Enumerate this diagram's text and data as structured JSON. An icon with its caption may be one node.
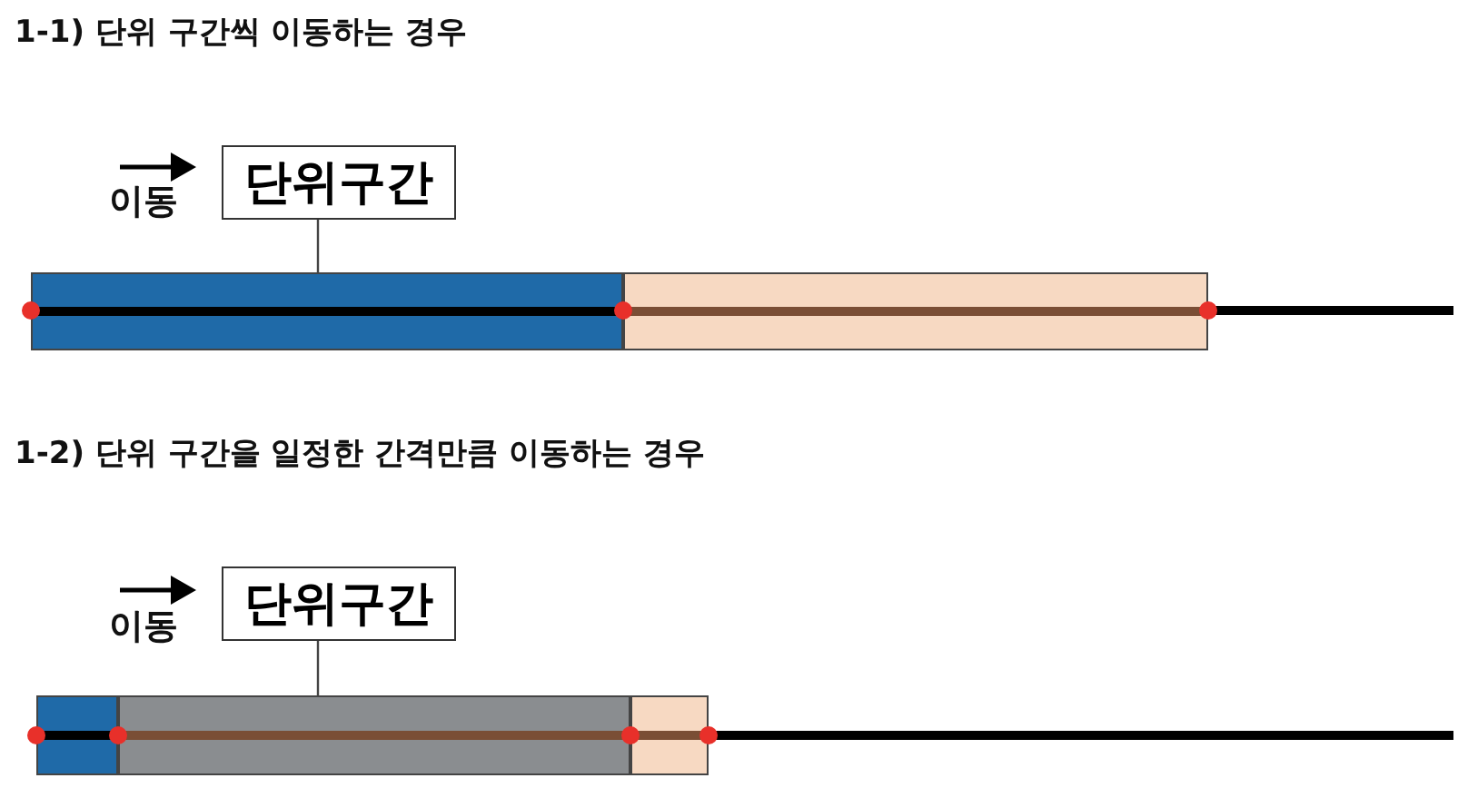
{
  "diagram": {
    "nodes": [
      {
        "text": [
          "단위구간"
        ]
      },
      {
        "text": [],
        "shape": "bar"
      },
      {
        "text": [],
        "shape": "bar"
      },
      {
        "text": [
          "단위구간"
        ]
      },
      {
        "text": [],
        "shape": "bar"
      },
      {
        "text": [],
        "shape": "bar"
      },
      {
        "text": [],
        "shape": "bar"
      }
    ],
    "edges": [
      {
        "from": 0,
        "to": 1,
        "arrow": "none"
      },
      {
        "from": 3,
        "to": 5,
        "arrow": "none"
      }
    ],
    "labels": [
      "1-1) 단위 구간씩 이동하는 경우",
      "이동",
      "1-2) 단위 구간을 일정한 간격만큼 이동하는 경우",
      "이동"
    ]
  }
}
